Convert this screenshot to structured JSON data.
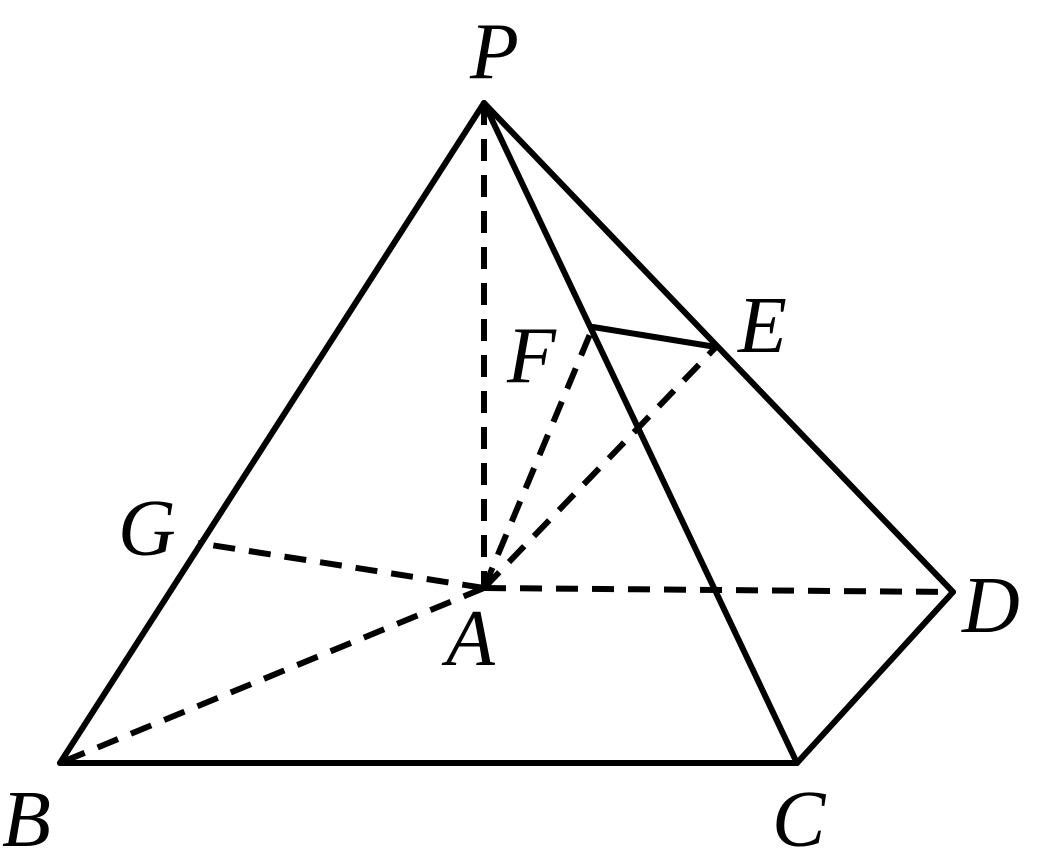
{
  "diagram": {
    "type": "pyramid",
    "stroke_color": "#000000",
    "background_color": "#ffffff",
    "vertices": [
      "P",
      "A",
      "B",
      "C",
      "D",
      "E",
      "F",
      "G"
    ],
    "labels": {
      "P": "P",
      "A": "A",
      "B": "B",
      "C": "C",
      "D": "D",
      "E": "E",
      "F": "F",
      "G": "G"
    },
    "solid_edges": [
      [
        "P",
        "B"
      ],
      [
        "P",
        "C"
      ],
      [
        "P",
        "D"
      ],
      [
        "B",
        "C"
      ],
      [
        "C",
        "D"
      ],
      [
        "F",
        "E"
      ]
    ],
    "dashed_edges": [
      [
        "P",
        "A"
      ],
      [
        "A",
        "B"
      ],
      [
        "A",
        "D"
      ],
      [
        "A",
        "G"
      ],
      [
        "A",
        "F"
      ],
      [
        "A",
        "E"
      ]
    ]
  }
}
